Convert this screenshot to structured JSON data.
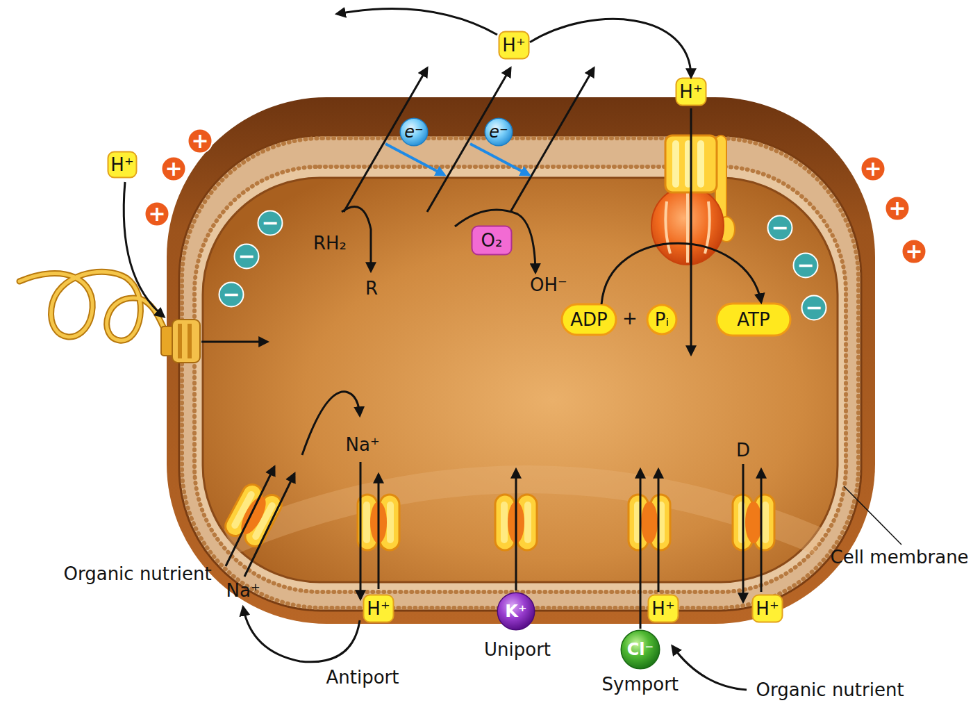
{
  "diagram": {
    "nodes": [
      {
        "text": [
          "H⁺"
        ]
      },
      {
        "text": [
          "+"
        ]
      },
      {
        "text": [
          "H⁺"
        ]
      },
      {
        "text": [
          "+"
        ]
      },
      {
        "text": [
          "+"
        ]
      },
      {
        "text": [
          "e⁻"
        ]
      },
      {
        "text": [
          "e⁻"
        ]
      },
      {
        "text": [
          "H⁺"
        ]
      },
      {
        "text": [
          "+"
        ]
      },
      {
        "text": [
          "+"
        ]
      },
      {
        "text": [
          "+"
        ]
      },
      {
        "text": [
          "−"
        ]
      },
      {
        "text": [
          "−"
        ]
      },
      {
        "text": [
          "−"
        ]
      },
      {
        "text": [
          "O₂"
        ]
      },
      {
        "text": [
          "−"
        ]
      },
      {
        "text": [
          "−"
        ]
      },
      {
        "text": [
          "−"
        ]
      },
      {
        "text": [
          "ADP"
        ]
      },
      {
        "text": [
          "Pᵢ"
        ]
      },
      {
        "text": [
          "ATP"
        ]
      },
      {
        "text": [
          "K⁺"
        ]
      },
      {
        "text": [
          "H⁺"
        ]
      },
      {
        "text": [
          "H⁺"
        ]
      },
      {
        "text": [
          "Cl⁻"
        ]
      },
      {
        "text": [
          "H⁺"
        ]
      }
    ],
    "edges": [
      {
        "from": 0,
        "to": 7,
        "arrow": "to"
      },
      {
        "from": 18,
        "to": 20,
        "arrow": "to"
      }
    ],
    "labels": [
      "RH₂",
      "R",
      "OH⁻",
      "+",
      "Na⁺",
      "D",
      "Cell membrane",
      "Organic nutrient",
      "Na⁺",
      "Uniport",
      "Antiport",
      "Symport",
      "Organic nutrient"
    ]
  }
}
